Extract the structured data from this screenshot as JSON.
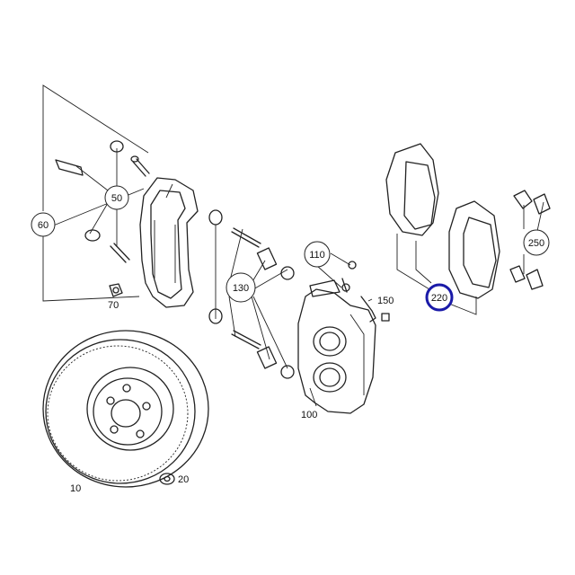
{
  "parts": [
    {
      "id": "p10",
      "number": "10",
      "name": "brake-disc"
    },
    {
      "id": "p20",
      "number": "20",
      "name": "wheel-bolt"
    },
    {
      "id": "p50",
      "number": "50",
      "name": "guide-sleeve-set"
    },
    {
      "id": "p60",
      "number": "60",
      "name": "caliper-carrier-group"
    },
    {
      "id": "p70",
      "number": "70",
      "name": "bracket-bolt"
    },
    {
      "id": "p100",
      "number": "100",
      "name": "brake-caliper"
    },
    {
      "id": "p110",
      "number": "110",
      "name": "bleeder-valve"
    },
    {
      "id": "p130",
      "number": "130",
      "name": "guide-pin-set"
    },
    {
      "id": "p150",
      "number": "150",
      "name": "wear-sensor"
    },
    {
      "id": "p220",
      "number": "220",
      "name": "brake-pad-set",
      "highlighted": true
    },
    {
      "id": "p250",
      "number": "250",
      "name": "anti-rattle-spring-set"
    }
  ],
  "colors": {
    "highlight": "#1a1aa8",
    "line": "#222222"
  }
}
